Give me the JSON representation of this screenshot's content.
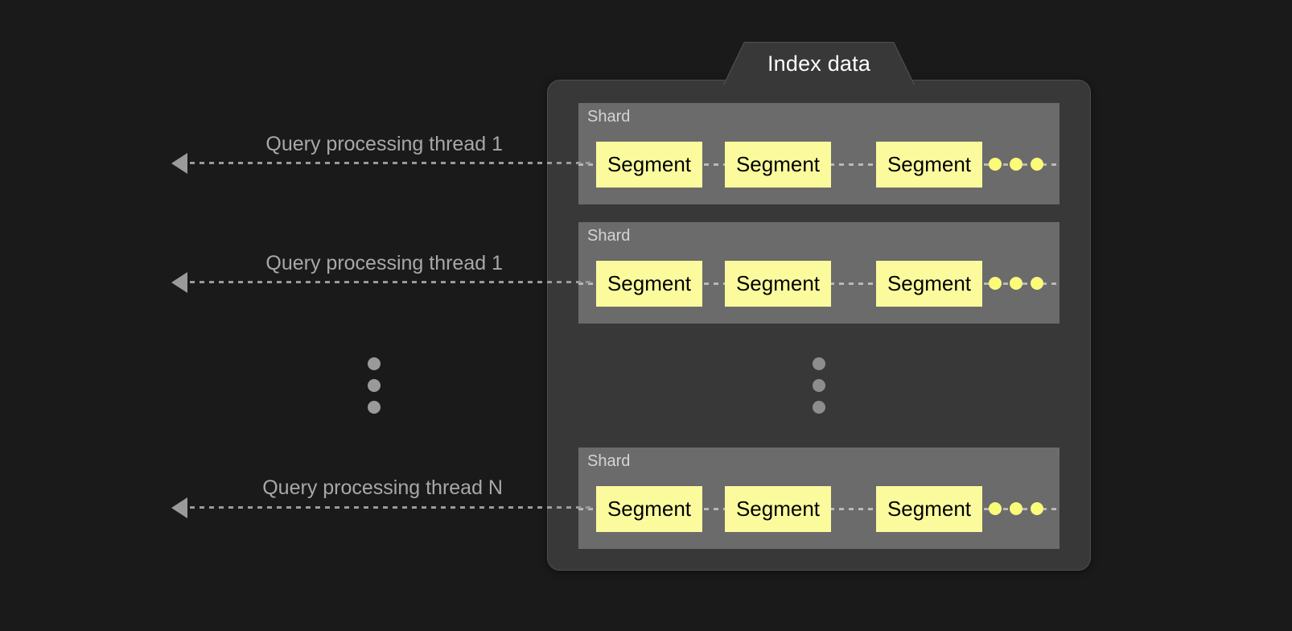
{
  "diagram": {
    "title": "Index data",
    "background_color": "#1a1a1a",
    "panel_color": "#383838",
    "shard_color": "#6b6b6b",
    "segment_color": "#fbfb9e",
    "accent_dot_color": "#fbfb7a",
    "line_color": "#9a9a9a"
  },
  "panel": {
    "tab_label": "Index data"
  },
  "threads": [
    {
      "label": "Query processing thread 1"
    },
    {
      "label": "Query processing thread 1"
    },
    {
      "label": "Query processing thread N"
    }
  ],
  "shards": [
    {
      "label": "Shard",
      "segments": [
        {
          "label": "Segment"
        },
        {
          "label": "Segment"
        },
        {
          "label": "Segment"
        }
      ],
      "continuation": "..."
    },
    {
      "label": "Shard",
      "segments": [
        {
          "label": "Segment"
        },
        {
          "label": "Segment"
        },
        {
          "label": "Segment"
        }
      ],
      "continuation": "..."
    },
    {
      "label": "Shard",
      "segments": [
        {
          "label": "Segment"
        },
        {
          "label": "Segment"
        },
        {
          "label": "Segment"
        }
      ],
      "continuation": "..."
    }
  ],
  "ellipsis": {
    "outer": "...",
    "inner": "..."
  }
}
